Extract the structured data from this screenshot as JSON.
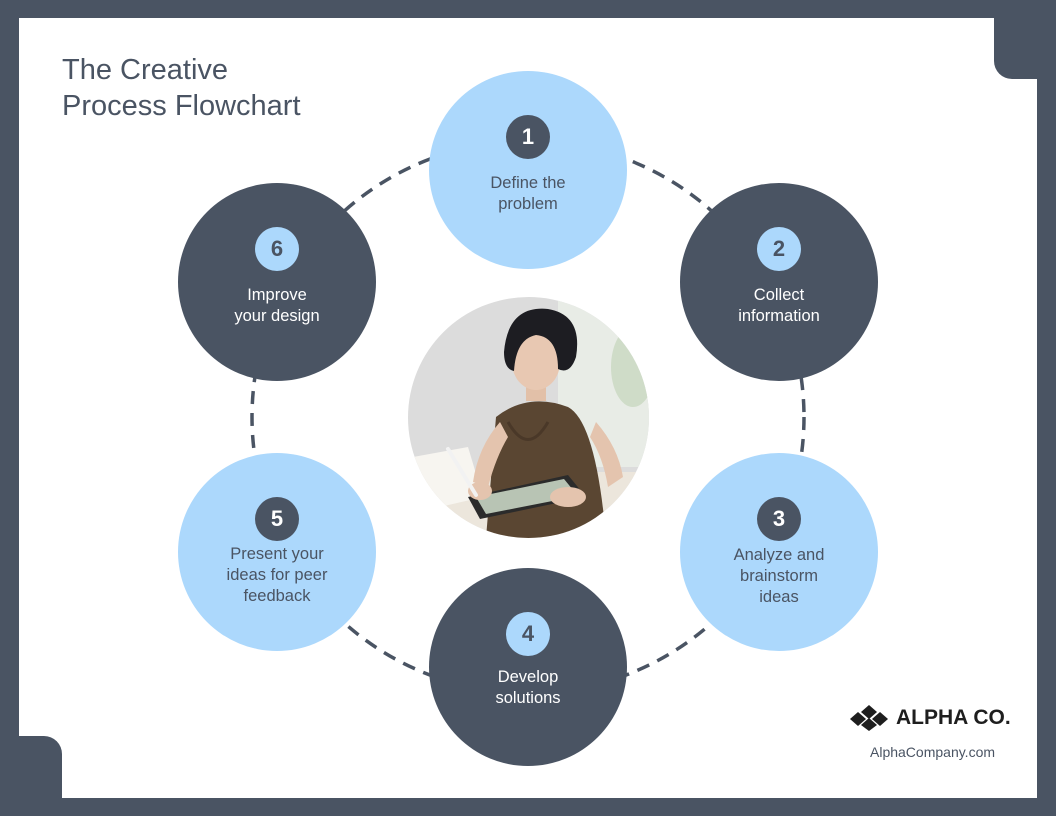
{
  "title": {
    "line1": "The Creative",
    "line2": "Process Flowchart"
  },
  "steps": [
    {
      "number": "1",
      "line1": "Define the",
      "line2": "problem",
      "line3": ""
    },
    {
      "number": "2",
      "line1": "Collect",
      "line2": "information",
      "line3": ""
    },
    {
      "number": "3",
      "line1": "Analyze and",
      "line2": "brainstorm",
      "line3": "ideas"
    },
    {
      "number": "4",
      "line1": "Develop",
      "line2": "solutions",
      "line3": ""
    },
    {
      "number": "5",
      "line1": "Present your",
      "line2": "ideas for peer",
      "line3": "feedback"
    },
    {
      "number": "6",
      "line1": "Improve",
      "line2": "your design",
      "line3": ""
    }
  ],
  "brand": {
    "name": "ALPHA CO.",
    "website": "AlphaCompany.com"
  },
  "colors": {
    "frame": "#4a5463",
    "light_circle": "#acd8fc",
    "dark_circle": "#4a5463",
    "background": "#ffffff"
  },
  "center_image": "photo-woman-drawing-on-tablet"
}
